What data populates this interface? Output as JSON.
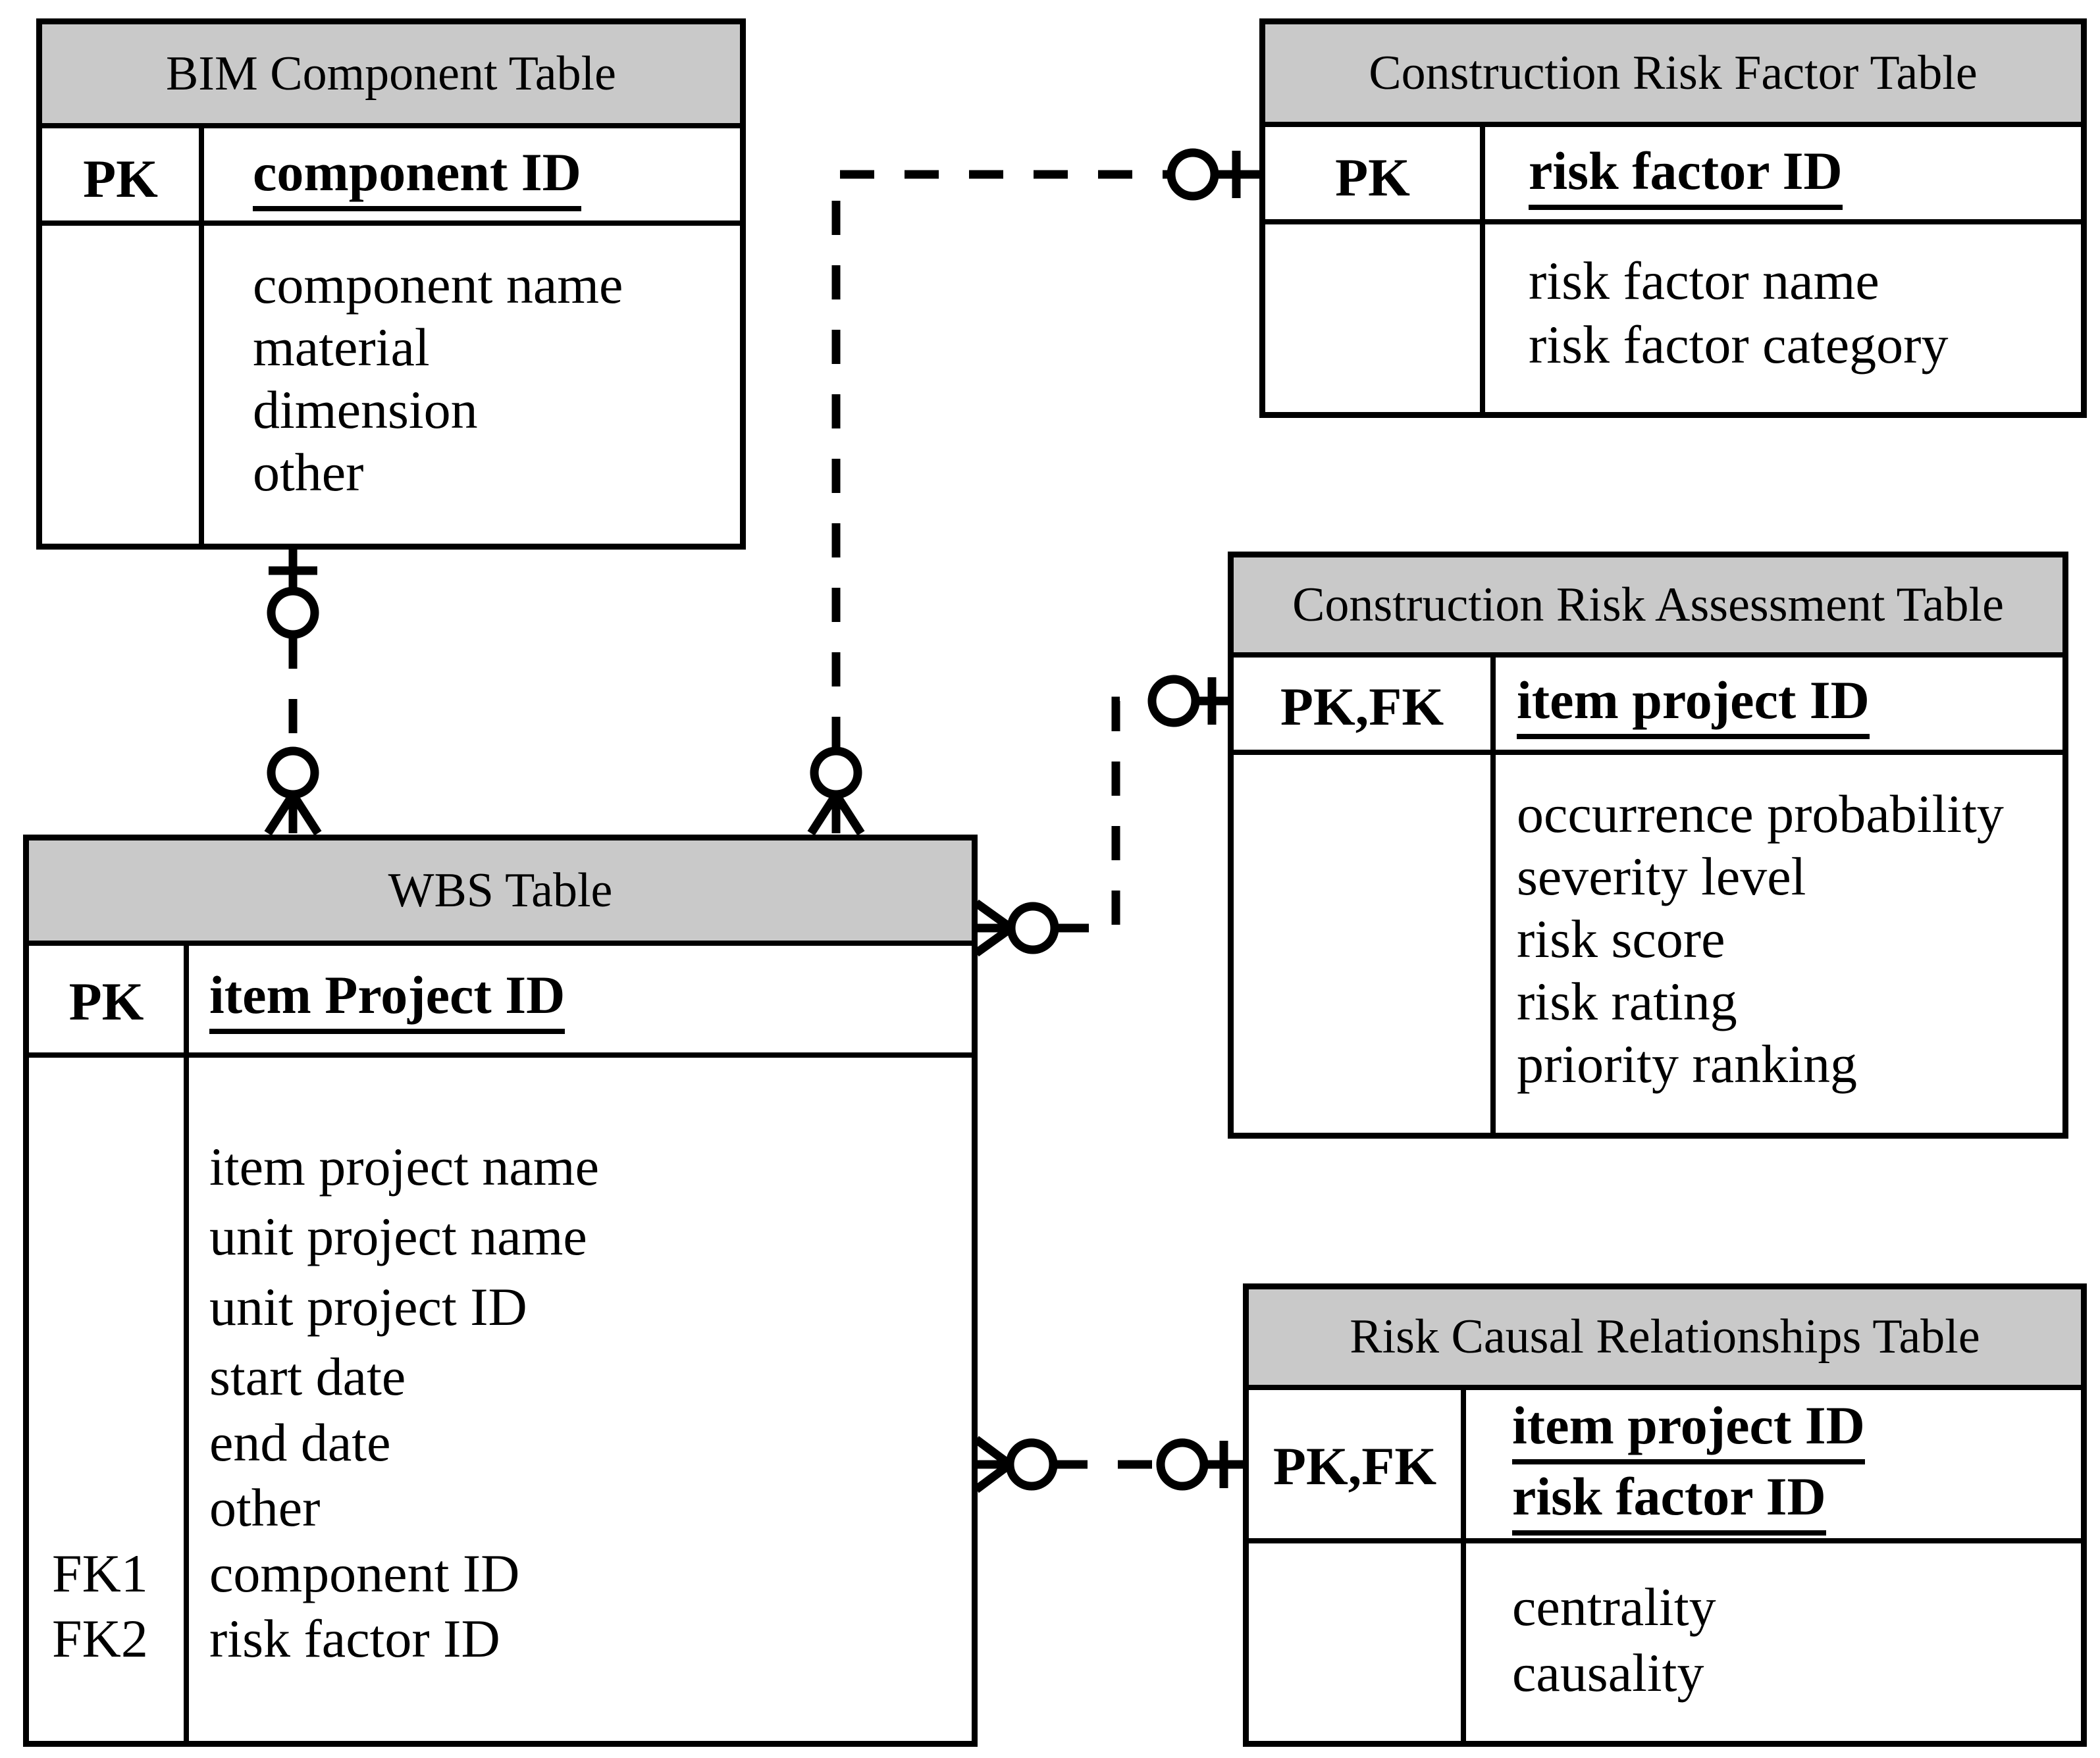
{
  "diagram": {
    "type": "entity-relationship-diagram",
    "notation": "crow-foot",
    "colors": {
      "header_fill": "#c9c9c9",
      "line": "#000000",
      "background": "#ffffff"
    }
  },
  "tables": {
    "bim_component": {
      "title": "BIM Component Table",
      "key_label": "PK",
      "key_fields": [
        "component ID"
      ],
      "attributes": [
        "component name",
        "material",
        "dimension",
        "other"
      ]
    },
    "construction_risk_factor": {
      "title": "Construction Risk Factor Table",
      "key_label": "PK",
      "key_fields": [
        "risk factor ID"
      ],
      "attributes": [
        "risk factor name",
        "risk factor category"
      ]
    },
    "construction_risk_assessment": {
      "title": "Construction Risk Assessment Table",
      "key_label": "PK,FK",
      "key_fields": [
        "item project ID"
      ],
      "attributes": [
        "occurrence probability",
        "severity level",
        "risk score",
        "risk rating",
        "priority ranking"
      ]
    },
    "wbs": {
      "title": "WBS Table",
      "key_label": "PK",
      "key_fields": [
        "item Project ID"
      ],
      "fk_labels": [
        "FK1",
        "FK2"
      ],
      "attributes": [
        "item project name",
        "unit project name",
        "unit project ID",
        "start date",
        "end date",
        "other",
        "component ID",
        "risk factor ID"
      ]
    },
    "risk_causal": {
      "title": "Risk Causal Relationships Table",
      "key_label": "PK,FK",
      "key_fields": [
        "item project ID",
        "risk factor ID"
      ],
      "attributes": [
        "centrality",
        "causality"
      ]
    }
  },
  "relationships": [
    {
      "from_table": "BIM Component Table",
      "to_table": "WBS Table",
      "from_end": "zero-or-one (circle + tick)",
      "to_end": "zero-or-many (circle + crow-foot)",
      "line_style": "dashed"
    },
    {
      "from_table": "Construction Risk Factor Table",
      "to_table": "WBS Table",
      "from_end": "zero-or-one (circle + tick)",
      "to_end": "zero-or-many (circle + crow-foot)",
      "line_style": "dashed"
    },
    {
      "from_table": "Construction Risk Assessment Table",
      "to_table": "WBS Table",
      "from_end": "zero-or-one (circle + tick)",
      "to_end": "zero-or-many (circle + crow-foot)",
      "line_style": "dashed"
    },
    {
      "from_table": "Risk Causal Relationships Table",
      "to_table": "WBS Table",
      "from_end": "zero-or-one (circle + tick)",
      "to_end": "zero-or-many (circle + crow-foot)",
      "line_style": "dashed"
    }
  ]
}
